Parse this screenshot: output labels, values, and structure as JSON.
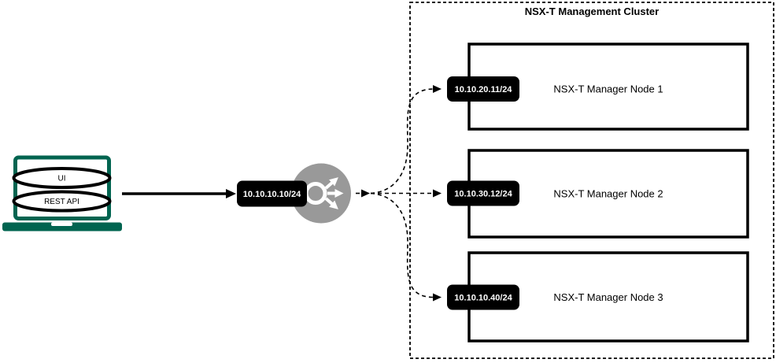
{
  "colors": {
    "laptop_teal": "#006450",
    "lb_gray": "#999999",
    "label_bg": "#000000",
    "label_text": "#ffffff"
  },
  "client": {
    "ui_label": "UI",
    "rest_api_label": "REST API"
  },
  "load_balancer": {
    "vip": "10.10.10.10/24",
    "icon": "load-balancer-icon"
  },
  "cluster": {
    "title": "NSX-T Management Cluster",
    "nodes": [
      {
        "ip": "10.10.20.11/24",
        "name": "NSX-T Manager Node 1"
      },
      {
        "ip": "10.10.30.12/24",
        "name": "NSX-T Manager Node 2"
      },
      {
        "ip": "10.10.10.40/24",
        "name": "NSX-T Manager Node 3"
      }
    ]
  }
}
